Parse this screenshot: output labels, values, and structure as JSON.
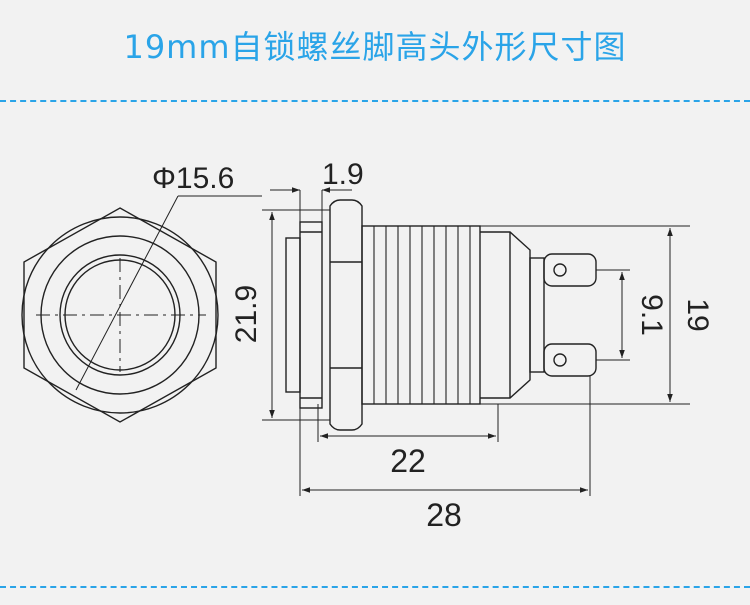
{
  "title": "19mm自锁螺丝脚高头外形尺寸图",
  "dimensions": {
    "diameter": "Φ15.6",
    "flange": "1.9",
    "height_total": "21.9",
    "pin_spacing": "9.1",
    "body_height": "19",
    "thread_length": "22",
    "total_length": "28"
  },
  "colors": {
    "title": "#2aa4e8",
    "divider": "#2aa4e8",
    "line": "#222222",
    "background": "#f2f2f2"
  }
}
